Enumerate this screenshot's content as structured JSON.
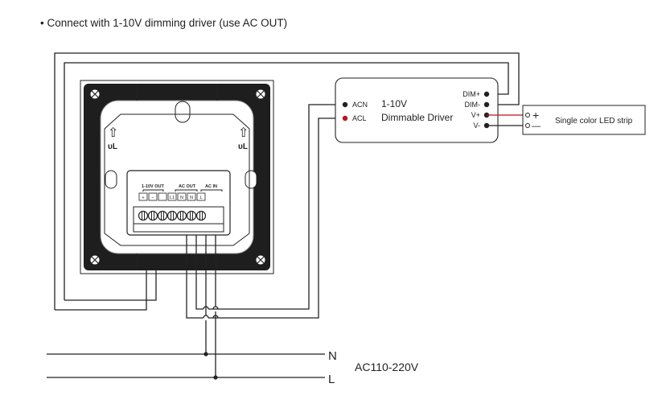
{
  "heading": "• Connect with 1-10V dimming driver (use AC OUT)",
  "driver": {
    "line1": "1-10V",
    "line2": "Dimmable Driver",
    "inputs": [
      "ACN",
      "ACL"
    ],
    "outputs": [
      "DIM+",
      "DIM-",
      "V+",
      "V-"
    ]
  },
  "led_strip": {
    "label": "Single color LED strip",
    "plus": "+",
    "minus": "—"
  },
  "panel": {
    "group_1_10v": "1-10V OUT",
    "group_ac_out": "AC OUT",
    "group_ac_in": "AC IN",
    "terminals": [
      "+",
      "−",
      "",
      "L1",
      "N",
      "N",
      "L"
    ],
    "arrow_glyph": "⇧",
    "ul_mark": "ᴜL"
  },
  "mains": {
    "n_label": "N",
    "l_label": "L",
    "voltage": "AC110-220V"
  },
  "colors": {
    "line": "#222222",
    "live": "#c0121b",
    "panel_fill": "#1e1e1e",
    "panel_inner": "#ffffff"
  }
}
